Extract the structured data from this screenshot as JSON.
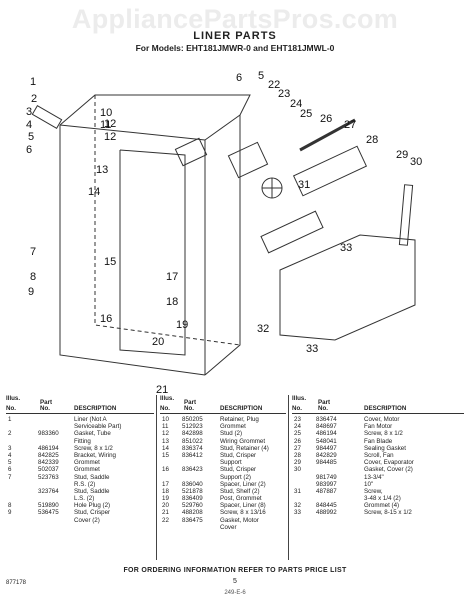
{
  "watermark": "AppliancePartsPros.com",
  "title": "LINER PARTS",
  "models": "For Models: EHT181JMWR-0 and EHT181JMWL-0",
  "callouts": [
    "1",
    "2",
    "3",
    "4",
    "5",
    "6",
    "7",
    "8",
    "9",
    "10",
    "11",
    "12",
    "13",
    "14",
    "15",
    "16",
    "17",
    "18",
    "19",
    "20",
    "21",
    "22",
    "23",
    "24",
    "25",
    "26",
    "27",
    "28",
    "29",
    "30",
    "31",
    "32",
    "33",
    "33",
    "5",
    "6",
    "12"
  ],
  "headers": {
    "illus": "Illus.",
    "no": "No.",
    "part": "Part",
    "partno": "No.",
    "desc": "DESCRIPTION"
  },
  "parts_col1": [
    {
      "illus": "1",
      "part": "",
      "desc": "Liner (Not A"
    },
    {
      "illus": "",
      "part": "",
      "desc": "Serviceable Part)"
    },
    {
      "illus": "2",
      "part": "983360",
      "desc": "Gasket, Tube"
    },
    {
      "illus": "",
      "part": "",
      "desc": "Fitting"
    },
    {
      "illus": "3",
      "part": "486194",
      "desc": "Screw, 8 x 1/2"
    },
    {
      "illus": "4",
      "part": "842825",
      "desc": "Bracket, Wiring"
    },
    {
      "illus": "5",
      "part": "842339",
      "desc": "Grommet"
    },
    {
      "illus": "6",
      "part": "502037",
      "desc": "Grommet"
    },
    {
      "illus": "7",
      "part": "523763",
      "desc": "Stud, Saddle"
    },
    {
      "illus": "",
      "part": "",
      "desc": "R.S. (2)"
    },
    {
      "illus": "",
      "part": "323764",
      "desc": "Stud, Saddle"
    },
    {
      "illus": "",
      "part": "",
      "desc": "L.S. (2)"
    },
    {
      "illus": "8",
      "part": "519890",
      "desc": "Hole Plug (2)"
    },
    {
      "illus": "9",
      "part": "536475",
      "desc": "Stud, Crisper"
    },
    {
      "illus": "",
      "part": "",
      "desc": "Cover (2)"
    }
  ],
  "parts_col2": [
    {
      "illus": "10",
      "part": "850205",
      "desc": "Retainer, Plug"
    },
    {
      "illus": "11",
      "part": "512923",
      "desc": "Grommet"
    },
    {
      "illus": "12",
      "part": "842898",
      "desc": "Stud (2)"
    },
    {
      "illus": "13",
      "part": "851022",
      "desc": "Wiring Grommet"
    },
    {
      "illus": "14",
      "part": "836374",
      "desc": "Stud, Retainer (4)"
    },
    {
      "illus": "15",
      "part": "836412",
      "desc": "Stud, Crisper"
    },
    {
      "illus": "",
      "part": "",
      "desc": "Support"
    },
    {
      "illus": "16",
      "part": "836423",
      "desc": "Stud, Crisper"
    },
    {
      "illus": "",
      "part": "",
      "desc": "Support (2)"
    },
    {
      "illus": "17",
      "part": "836040",
      "desc": "Spacer, Liner (2)"
    },
    {
      "illus": "18",
      "part": "521878",
      "desc": "Stud, Shelf (2)"
    },
    {
      "illus": "19",
      "part": "836409",
      "desc": "Post, Grommet"
    },
    {
      "illus": "20",
      "part": "529760",
      "desc": "Spacer, Liner (8)"
    },
    {
      "illus": "21",
      "part": "488208",
      "desc": "Screw, 8 x 13/16"
    },
    {
      "illus": "22",
      "part": "836475",
      "desc": "Gasket, Motor"
    },
    {
      "illus": "",
      "part": "",
      "desc": "Cover"
    }
  ],
  "parts_col3": [
    {
      "illus": "23",
      "part": "836474",
      "desc": "Cover, Motor"
    },
    {
      "illus": "24",
      "part": "848697",
      "desc": "Fan Motor"
    },
    {
      "illus": "25",
      "part": "486194",
      "desc": "Screw, 8 x 1/2"
    },
    {
      "illus": "26",
      "part": "548041",
      "desc": "Fan Blade"
    },
    {
      "illus": "27",
      "part": "984497",
      "desc": "Sealing Gasket"
    },
    {
      "illus": "28",
      "part": "842829",
      "desc": "Scroll, Fan"
    },
    {
      "illus": "29",
      "part": "984485",
      "desc": "Cover, Evaporator"
    },
    {
      "illus": "30",
      "part": "",
      "desc": "Gasket, Cover (2)"
    },
    {
      "illus": "",
      "part": "981749",
      "desc": "13-3/4\""
    },
    {
      "illus": "",
      "part": "983997",
      "desc": "10\""
    },
    {
      "illus": "31",
      "part": "487887",
      "desc": "Screw,"
    },
    {
      "illus": "",
      "part": "",
      "desc": "3-48 x 1/4 (2)"
    },
    {
      "illus": "32",
      "part": "848445",
      "desc": "Grommet (4)"
    },
    {
      "illus": "33",
      "part": "488992",
      "desc": "Screw, 8-15 x 1/2"
    }
  ],
  "footer": "FOR ORDERING INFORMATION REFER TO PARTS PRICE LIST",
  "page": "5",
  "form_code": "877178",
  "handwritten": "249-E-6"
}
